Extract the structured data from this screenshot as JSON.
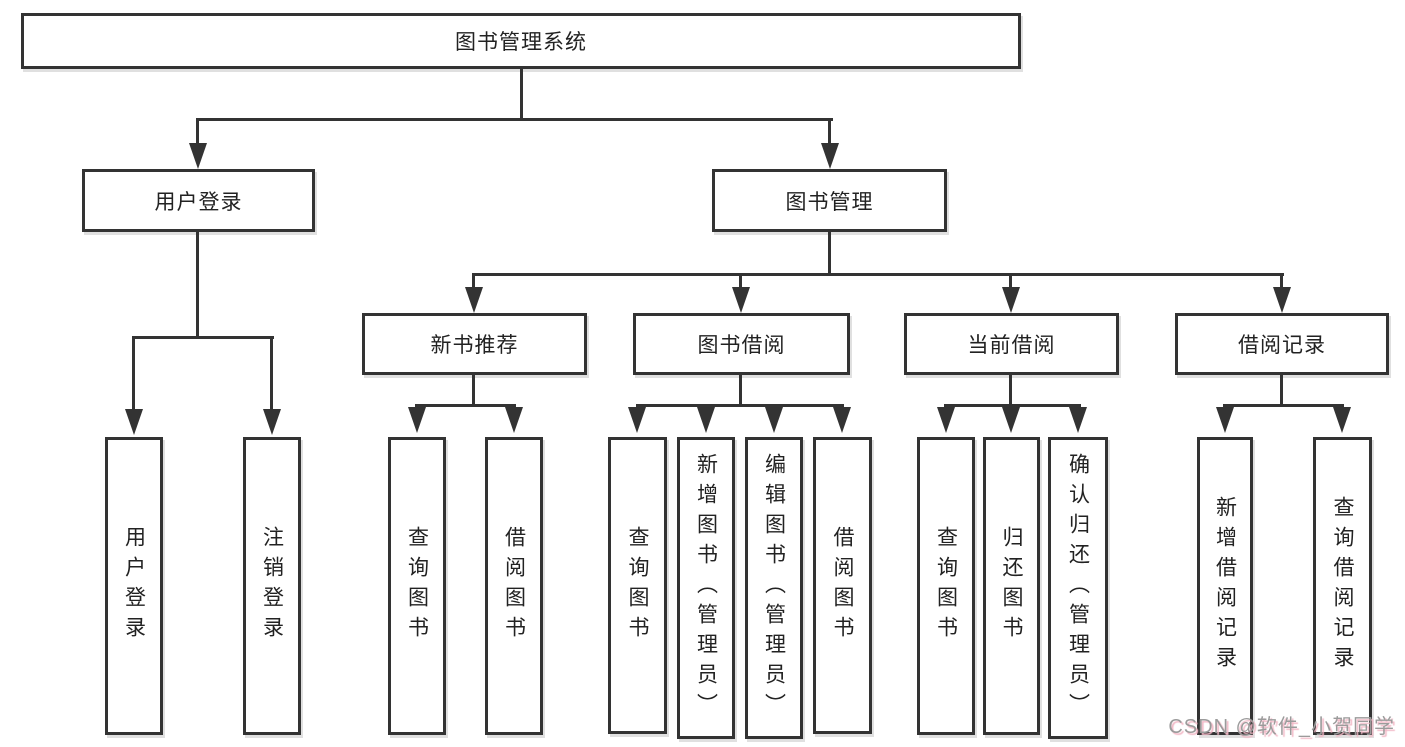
{
  "tree": {
    "root": {
      "label": "图书管理系统",
      "children": [
        {
          "label": "用户登录",
          "children": [
            {
              "label": "用户登录"
            },
            {
              "label": "注销登录"
            }
          ]
        },
        {
          "label": "图书管理",
          "children": [
            {
              "label": "新书推荐",
              "children": [
                {
                  "label": "查询图书"
                },
                {
                  "label": "借阅图书"
                }
              ]
            },
            {
              "label": "图书借阅",
              "children": [
                {
                  "label": "查询图书"
                },
                {
                  "label": "新增图书（管理员）"
                },
                {
                  "label": "编辑图书（管理员）"
                },
                {
                  "label": "借阅图书"
                }
              ]
            },
            {
              "label": "当前借阅",
              "children": [
                {
                  "label": "查询图书"
                },
                {
                  "label": "归还图书"
                },
                {
                  "label": "确认归还（管理员）"
                }
              ]
            },
            {
              "label": "借阅记录",
              "children": [
                {
                  "label": "新增借阅记录"
                },
                {
                  "label": "查询借阅记录"
                }
              ]
            }
          ]
        }
      ]
    }
  },
  "watermark": {
    "text": "CSDN @软件_小贺同学"
  },
  "colors": {
    "line": "#333333",
    "box_background": "#ffffff",
    "text": "#222222",
    "watermark_text": "#9b9b9b",
    "watermark_shadow": "#f2b8c6"
  }
}
